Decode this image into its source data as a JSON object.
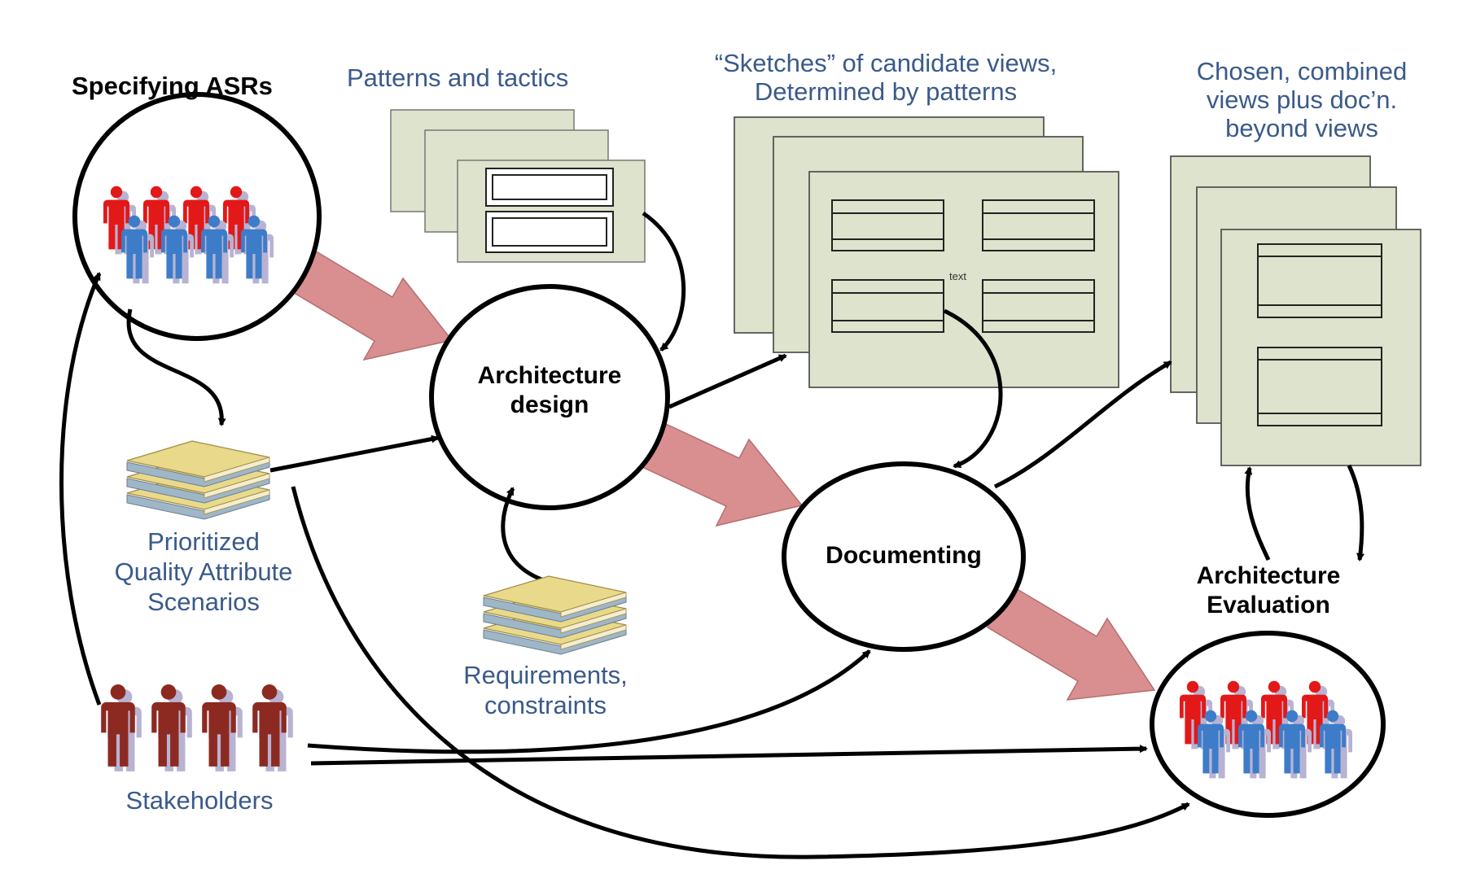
{
  "labels": {
    "specifying_asrs": "Specifying ASRs",
    "patterns_tactics": "Patterns and tactics",
    "sketches_line1": "“Sketches” of candidate views,",
    "sketches_line2": "Determined by patterns",
    "chosen_line1": "Chosen, combined",
    "chosen_line2": "views plus doc’n.",
    "chosen_line3": "beyond views",
    "arch_design_line1": "Architecture",
    "arch_design_line2": "design",
    "documenting": "Documenting",
    "arch_eval_line1": "Architecture",
    "arch_eval_line2": "Evaluation",
    "prioritized_line1": "Prioritized",
    "prioritized_line2": "Quality Attribute",
    "prioritized_line3": "Scenarios",
    "requirements_line1": "Requirements,",
    "requirements_line2": "constraints",
    "stakeholders": "Stakeholders",
    "text_note": "text"
  },
  "colors": {
    "sheet_fill": "#dde3cc",
    "pink_arrow": "#d98f8f",
    "person_red": "#e31818",
    "person_blue": "#3d7cc9",
    "person_maroon": "#8c2a22",
    "person_shadow": "#b8b3d2",
    "book_page": "#e9d98a",
    "book_cover": "#9fb6c7",
    "label_blue": "#3a5a8a"
  }
}
